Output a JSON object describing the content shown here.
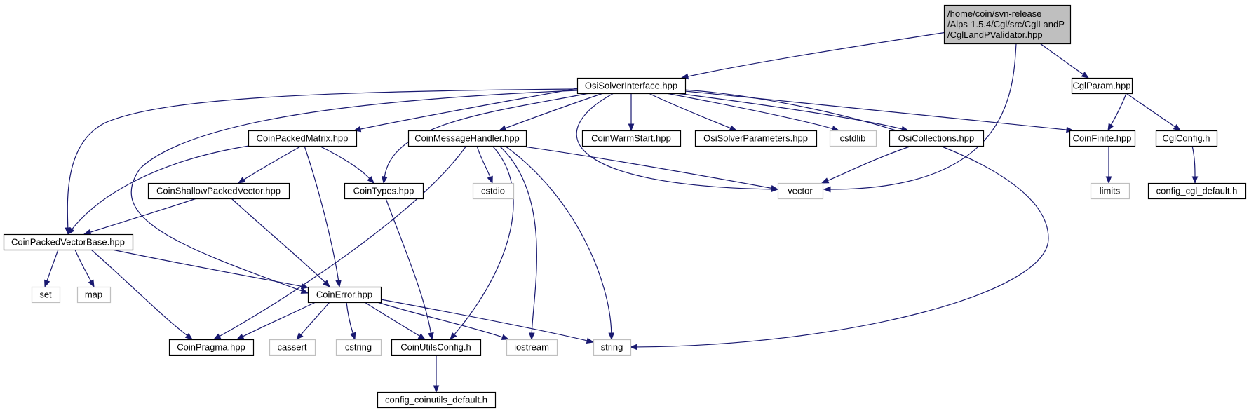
{
  "graph": {
    "colors": {
      "edge": "#191970",
      "node_border": "#000000",
      "external_border": "#bfbfbf",
      "root_fill": "#bfbfbf",
      "text": "#000000"
    },
    "nodes": [
      {
        "id": "root",
        "lines": [
          "/home/coin/svn-release",
          "/Alps-1.5.4/Cgl/src/CglLandP",
          "/CglLandPValidator.hpp"
        ],
        "kind": "root"
      },
      {
        "id": "osisolverinterface",
        "lines": [
          "OsiSolverInterface.hpp"
        ],
        "kind": "header"
      },
      {
        "id": "cglparam",
        "lines": [
          "CglParam.hpp"
        ],
        "kind": "header"
      },
      {
        "id": "coinpackedmatrix",
        "lines": [
          "CoinPackedMatrix.hpp"
        ],
        "kind": "header"
      },
      {
        "id": "coinmessagehandler",
        "lines": [
          "CoinMessageHandler.hpp"
        ],
        "kind": "header"
      },
      {
        "id": "coinwarmstart",
        "lines": [
          "CoinWarmStart.hpp"
        ],
        "kind": "header"
      },
      {
        "id": "osisolverparameters",
        "lines": [
          "OsiSolverParameters.hpp"
        ],
        "kind": "header"
      },
      {
        "id": "cstdlib",
        "lines": [
          "cstdlib"
        ],
        "kind": "external"
      },
      {
        "id": "osicollections",
        "lines": [
          "OsiCollections.hpp"
        ],
        "kind": "header"
      },
      {
        "id": "coinfinite",
        "lines": [
          "CoinFinite.hpp"
        ],
        "kind": "header"
      },
      {
        "id": "cglconfig",
        "lines": [
          "CglConfig.h"
        ],
        "kind": "header"
      },
      {
        "id": "coinshallowpackedvector",
        "lines": [
          "CoinShallowPackedVector.hpp"
        ],
        "kind": "header"
      },
      {
        "id": "cointypes",
        "lines": [
          "CoinTypes.hpp"
        ],
        "kind": "header"
      },
      {
        "id": "cstdio",
        "lines": [
          "cstdio"
        ],
        "kind": "external"
      },
      {
        "id": "vector",
        "lines": [
          "vector"
        ],
        "kind": "external"
      },
      {
        "id": "limits",
        "lines": [
          "limits"
        ],
        "kind": "external"
      },
      {
        "id": "config_cgl_default",
        "lines": [
          "config_cgl_default.h"
        ],
        "kind": "header"
      },
      {
        "id": "coinpackedvectorbase",
        "lines": [
          "CoinPackedVectorBase.hpp"
        ],
        "kind": "header"
      },
      {
        "id": "set",
        "lines": [
          "set"
        ],
        "kind": "external"
      },
      {
        "id": "map",
        "lines": [
          "map"
        ],
        "kind": "external"
      },
      {
        "id": "coinerror",
        "lines": [
          "CoinError.hpp"
        ],
        "kind": "header"
      },
      {
        "id": "coinpragma",
        "lines": [
          "CoinPragma.hpp"
        ],
        "kind": "header"
      },
      {
        "id": "cassert",
        "lines": [
          "cassert"
        ],
        "kind": "external"
      },
      {
        "id": "cstring",
        "lines": [
          "cstring"
        ],
        "kind": "external"
      },
      {
        "id": "coinutilsconfig",
        "lines": [
          "CoinUtilsConfig.h"
        ],
        "kind": "header"
      },
      {
        "id": "iostream",
        "lines": [
          "iostream"
        ],
        "kind": "external"
      },
      {
        "id": "string",
        "lines": [
          "string"
        ],
        "kind": "external"
      },
      {
        "id": "config_coinutils_default",
        "lines": [
          "config_coinutils_default.h"
        ],
        "kind": "header"
      }
    ],
    "edges": [
      [
        "root",
        "osisolverinterface"
      ],
      [
        "root",
        "vector"
      ],
      [
        "root",
        "cglparam"
      ],
      [
        "osisolverinterface",
        "coinpackedmatrix"
      ],
      [
        "osisolverinterface",
        "coinmessagehandler"
      ],
      [
        "osisolverinterface",
        "coinwarmstart"
      ],
      [
        "osisolverinterface",
        "osisolverparameters"
      ],
      [
        "osisolverinterface",
        "cstdlib"
      ],
      [
        "osisolverinterface",
        "osicollections"
      ],
      [
        "osisolverinterface",
        "coinfinite"
      ],
      [
        "osisolverinterface",
        "cointypes"
      ],
      [
        "osisolverinterface",
        "vector"
      ],
      [
        "osisolverinterface",
        "string"
      ],
      [
        "osisolverinterface",
        "coinpackedvectorbase"
      ],
      [
        "osisolverinterface",
        "coinerror"
      ],
      [
        "cglparam",
        "coinfinite"
      ],
      [
        "cglparam",
        "cglconfig"
      ],
      [
        "coinpackedmatrix",
        "coinshallowpackedvector"
      ],
      [
        "coinpackedmatrix",
        "cointypes"
      ],
      [
        "coinpackedmatrix",
        "coinpackedvectorbase"
      ],
      [
        "coinpackedmatrix",
        "coinerror"
      ],
      [
        "coinmessagehandler",
        "cstdio"
      ],
      [
        "coinmessagehandler",
        "vector"
      ],
      [
        "coinmessagehandler",
        "coinpragma"
      ],
      [
        "coinmessagehandler",
        "coinutilsconfig"
      ],
      [
        "coinmessagehandler",
        "iostream"
      ],
      [
        "coinmessagehandler",
        "string"
      ],
      [
        "osicollections",
        "vector"
      ],
      [
        "coinfinite",
        "limits"
      ],
      [
        "cglconfig",
        "config_cgl_default"
      ],
      [
        "coinshallowpackedvector",
        "coinpackedvectorbase"
      ],
      [
        "coinshallowpackedvector",
        "coinerror"
      ],
      [
        "cointypes",
        "coinutilsconfig"
      ],
      [
        "coinpackedvectorbase",
        "set"
      ],
      [
        "coinpackedvectorbase",
        "map"
      ],
      [
        "coinpackedvectorbase",
        "coinpragma"
      ],
      [
        "coinpackedvectorbase",
        "coinerror"
      ],
      [
        "coinerror",
        "coinpragma"
      ],
      [
        "coinerror",
        "cassert"
      ],
      [
        "coinerror",
        "cstring"
      ],
      [
        "coinerror",
        "coinutilsconfig"
      ],
      [
        "coinerror",
        "iostream"
      ],
      [
        "coinerror",
        "string"
      ],
      [
        "coinutilsconfig",
        "config_coinutils_default"
      ]
    ]
  }
}
